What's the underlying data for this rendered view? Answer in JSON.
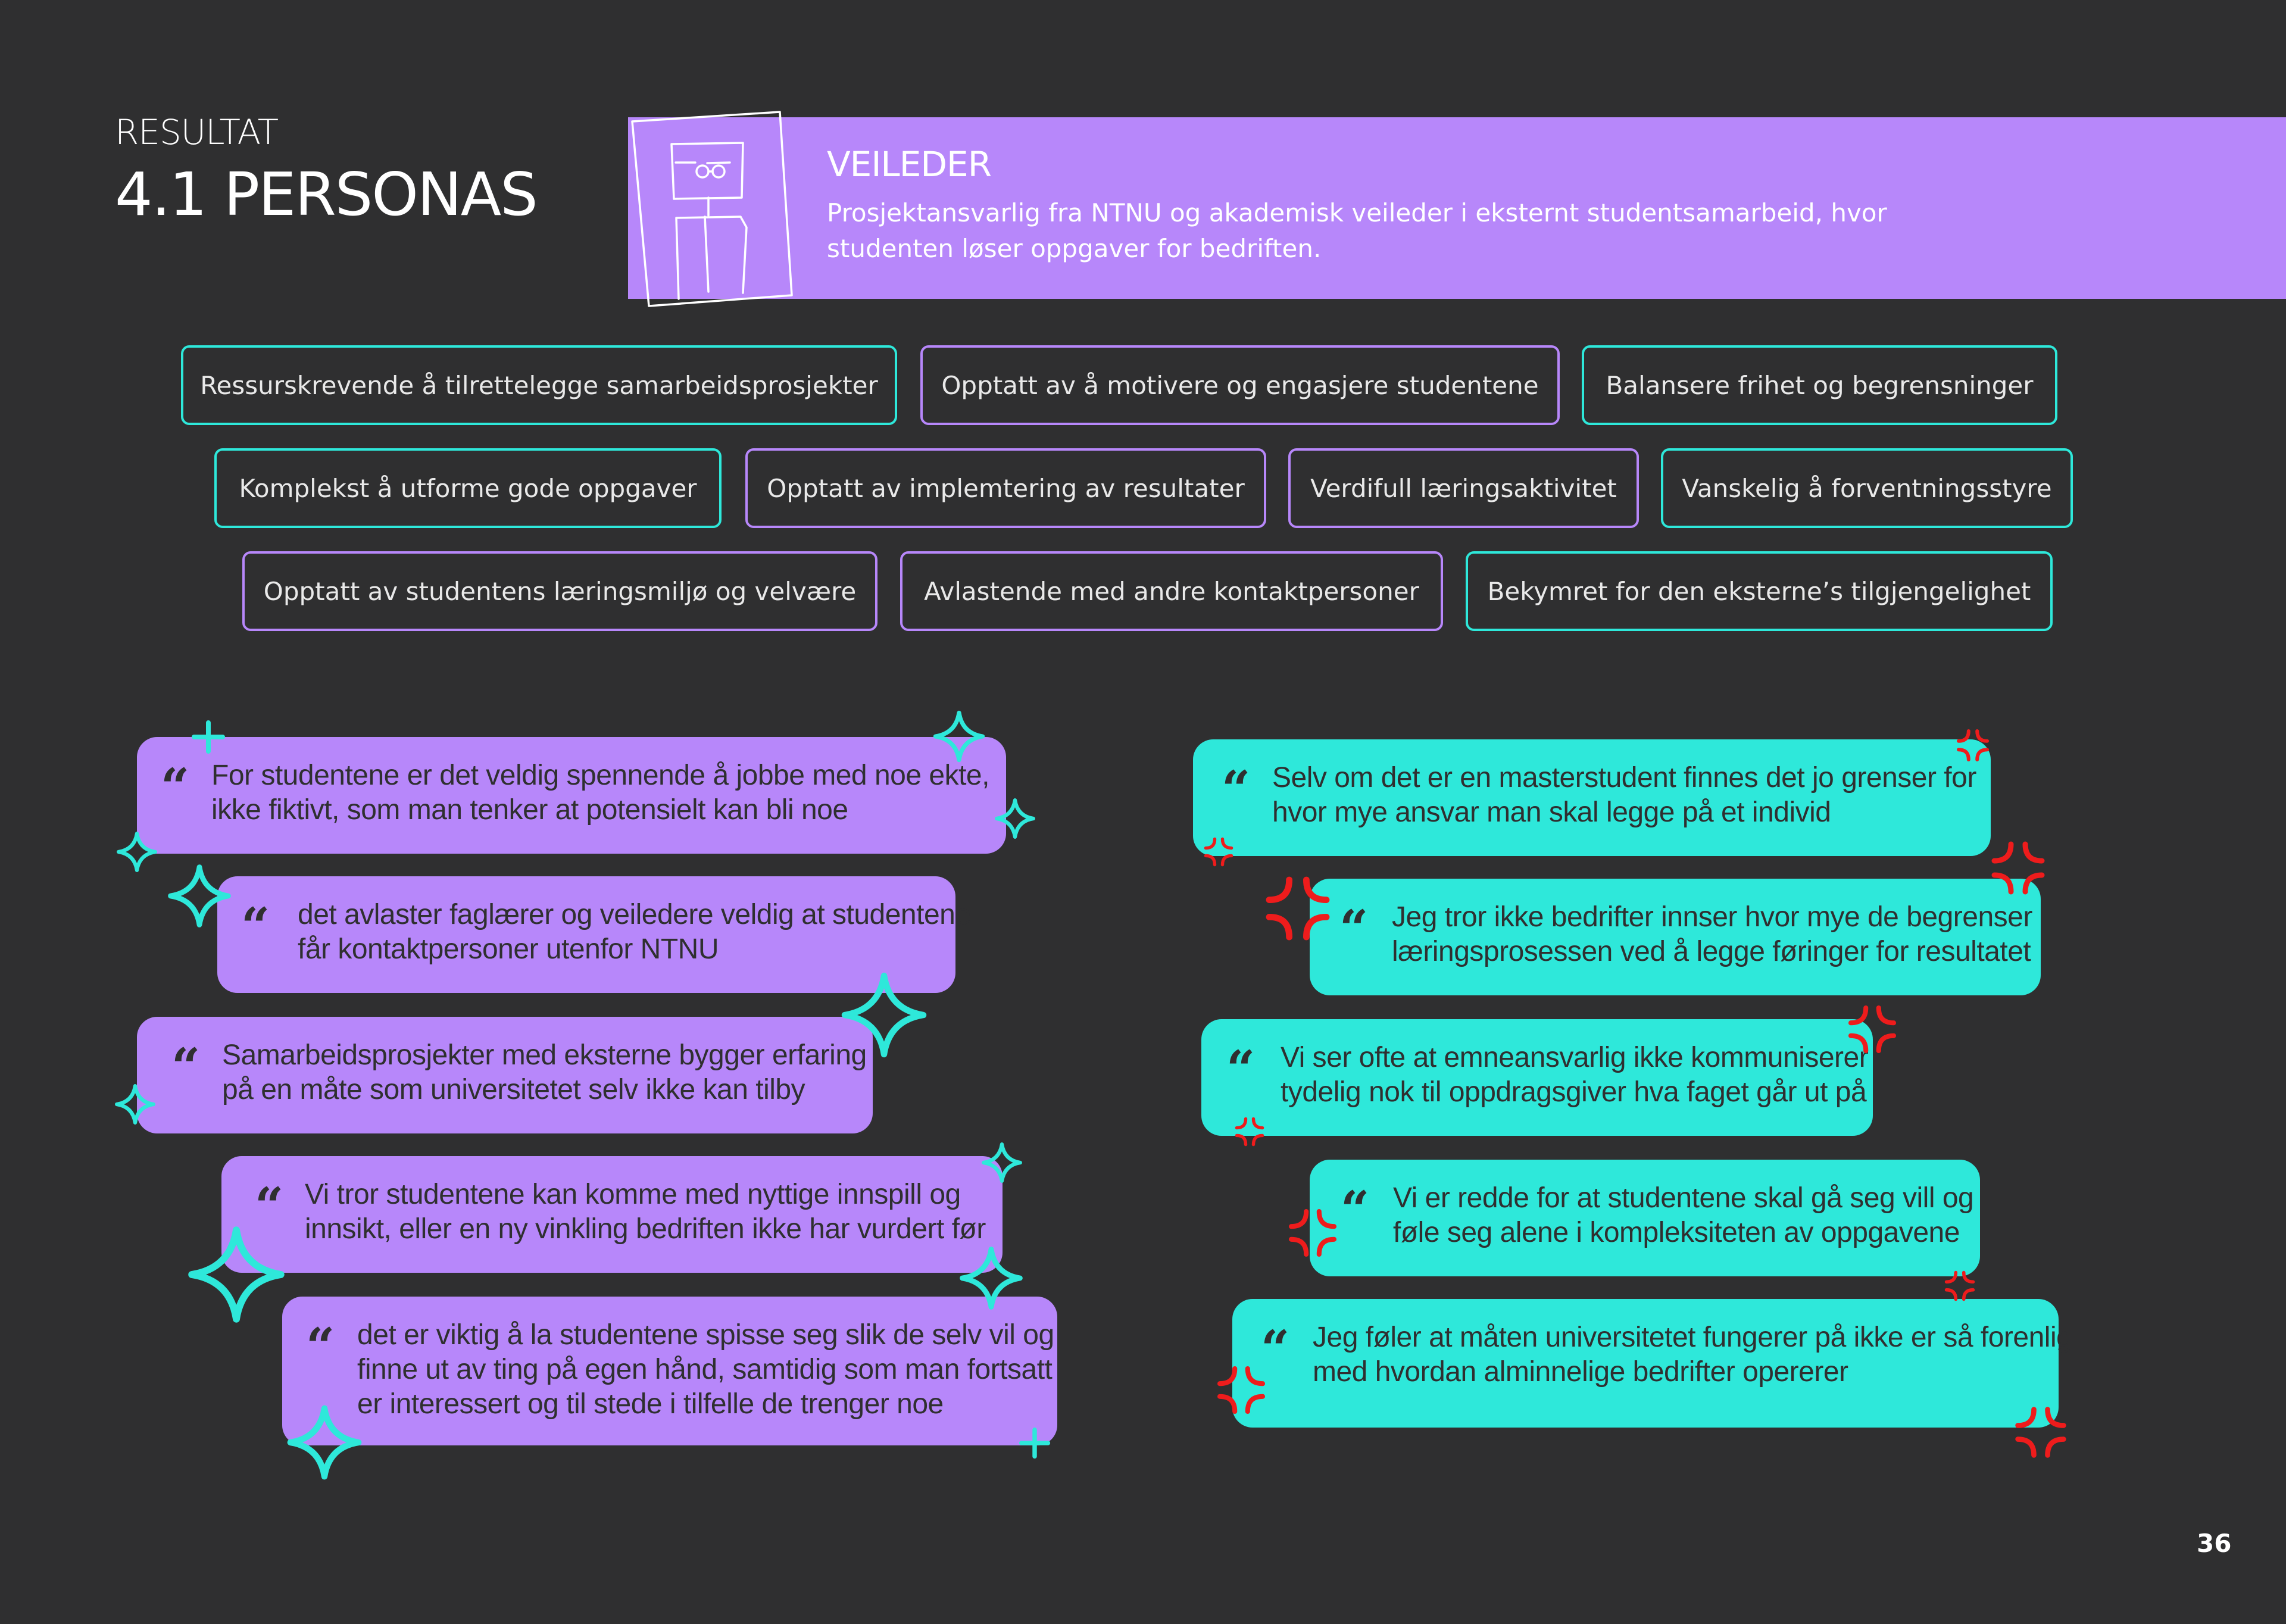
{
  "header": {
    "section": "RESULTAT",
    "title": "4.1 PERSONAS"
  },
  "persona": {
    "name": "VEILEDER",
    "description": "Prosjektansvarlig fra NTNU og akademisk veileder i eksternt studentsamarbeid, hvor studenten løser oppgaver for bedriften.",
    "illustration_icon": "professor-sketch-icon"
  },
  "tags": [
    "Ressurskrevende å tilrettelegge samarbeidsprosjekter",
    "Opptatt av å motivere og engasjere studentene",
    "Balansere frihet og begrensninger",
    "Komplekst å utforme gode oppgaver",
    "Opptatt av implemtering av resultater",
    "Verdifull læringsaktivitet",
    "Vanskelig å forventningsstyre",
    "Opptatt av studentens læringsmiljø og velvære",
    "Avlastende med andre kontaktpersoner",
    "Bekymret for den eksterne’s tilgjengelighet"
  ],
  "quotes_positive": [
    {
      "lines": [
        "For studentene er det veldig spennende å jobbe med noe ekte,",
        "ikke fiktivt, som man tenker at potensielt kan bli noe"
      ]
    },
    {
      "lines": [
        "det avlaster faglærer og veiledere veldig at studentene",
        "får kontaktpersoner utenfor NTNU"
      ]
    },
    {
      "lines": [
        "Samarbeidsprosjekter med eksterne bygger erfaring",
        "på en måte som universitetet selv ikke kan tilby"
      ]
    },
    {
      "lines": [
        "Vi tror studentene kan komme med  nyttige innspill og",
        "innsikt, eller en ny vinkling bedriften ikke har vurdert før"
      ]
    },
    {
      "lines": [
        "det er viktig å la studentene spisse seg slik de selv vil og",
        "finne ut av ting på egen hånd, samtidig som man fortsatt",
        "er interessert og til stede i tilfelle de trenger noe"
      ]
    }
  ],
  "quotes_negative": [
    {
      "lines": [
        "Selv om det er en masterstudent finnes det jo grenser for",
        "hvor mye ansvar man skal legge på et individ"
      ]
    },
    {
      "lines": [
        "Jeg tror ikke bedrifter innser hvor mye de begrenser",
        "læringsprosessen ved å legge føringer for resultatet"
      ]
    },
    {
      "lines": [
        "Vi ser ofte at emneansvarlig ikke kommuniserer",
        "tydelig nok til oppdragsgiver hva faget går ut på"
      ]
    },
    {
      "lines": [
        "Vi er redde for at studentene skal gå seg vill og",
        "føle seg alene i kompleksiteten av oppgavene"
      ]
    },
    {
      "lines": [
        "Jeg føler at måten universitetet fungerer på ikke er så forenlig",
        "med hvordan alminnelige bedrifter opererer"
      ]
    }
  ],
  "quote_mark": "“",
  "page_number": "36",
  "colors": {
    "background": "#2f2f30",
    "purple": "#b787fa",
    "teal": "#2ee8da",
    "red": "#ee1c1c"
  },
  "icons": {
    "positive_decoration": "sparkle-icon",
    "negative_decoration": "anger-symbol-icon"
  }
}
